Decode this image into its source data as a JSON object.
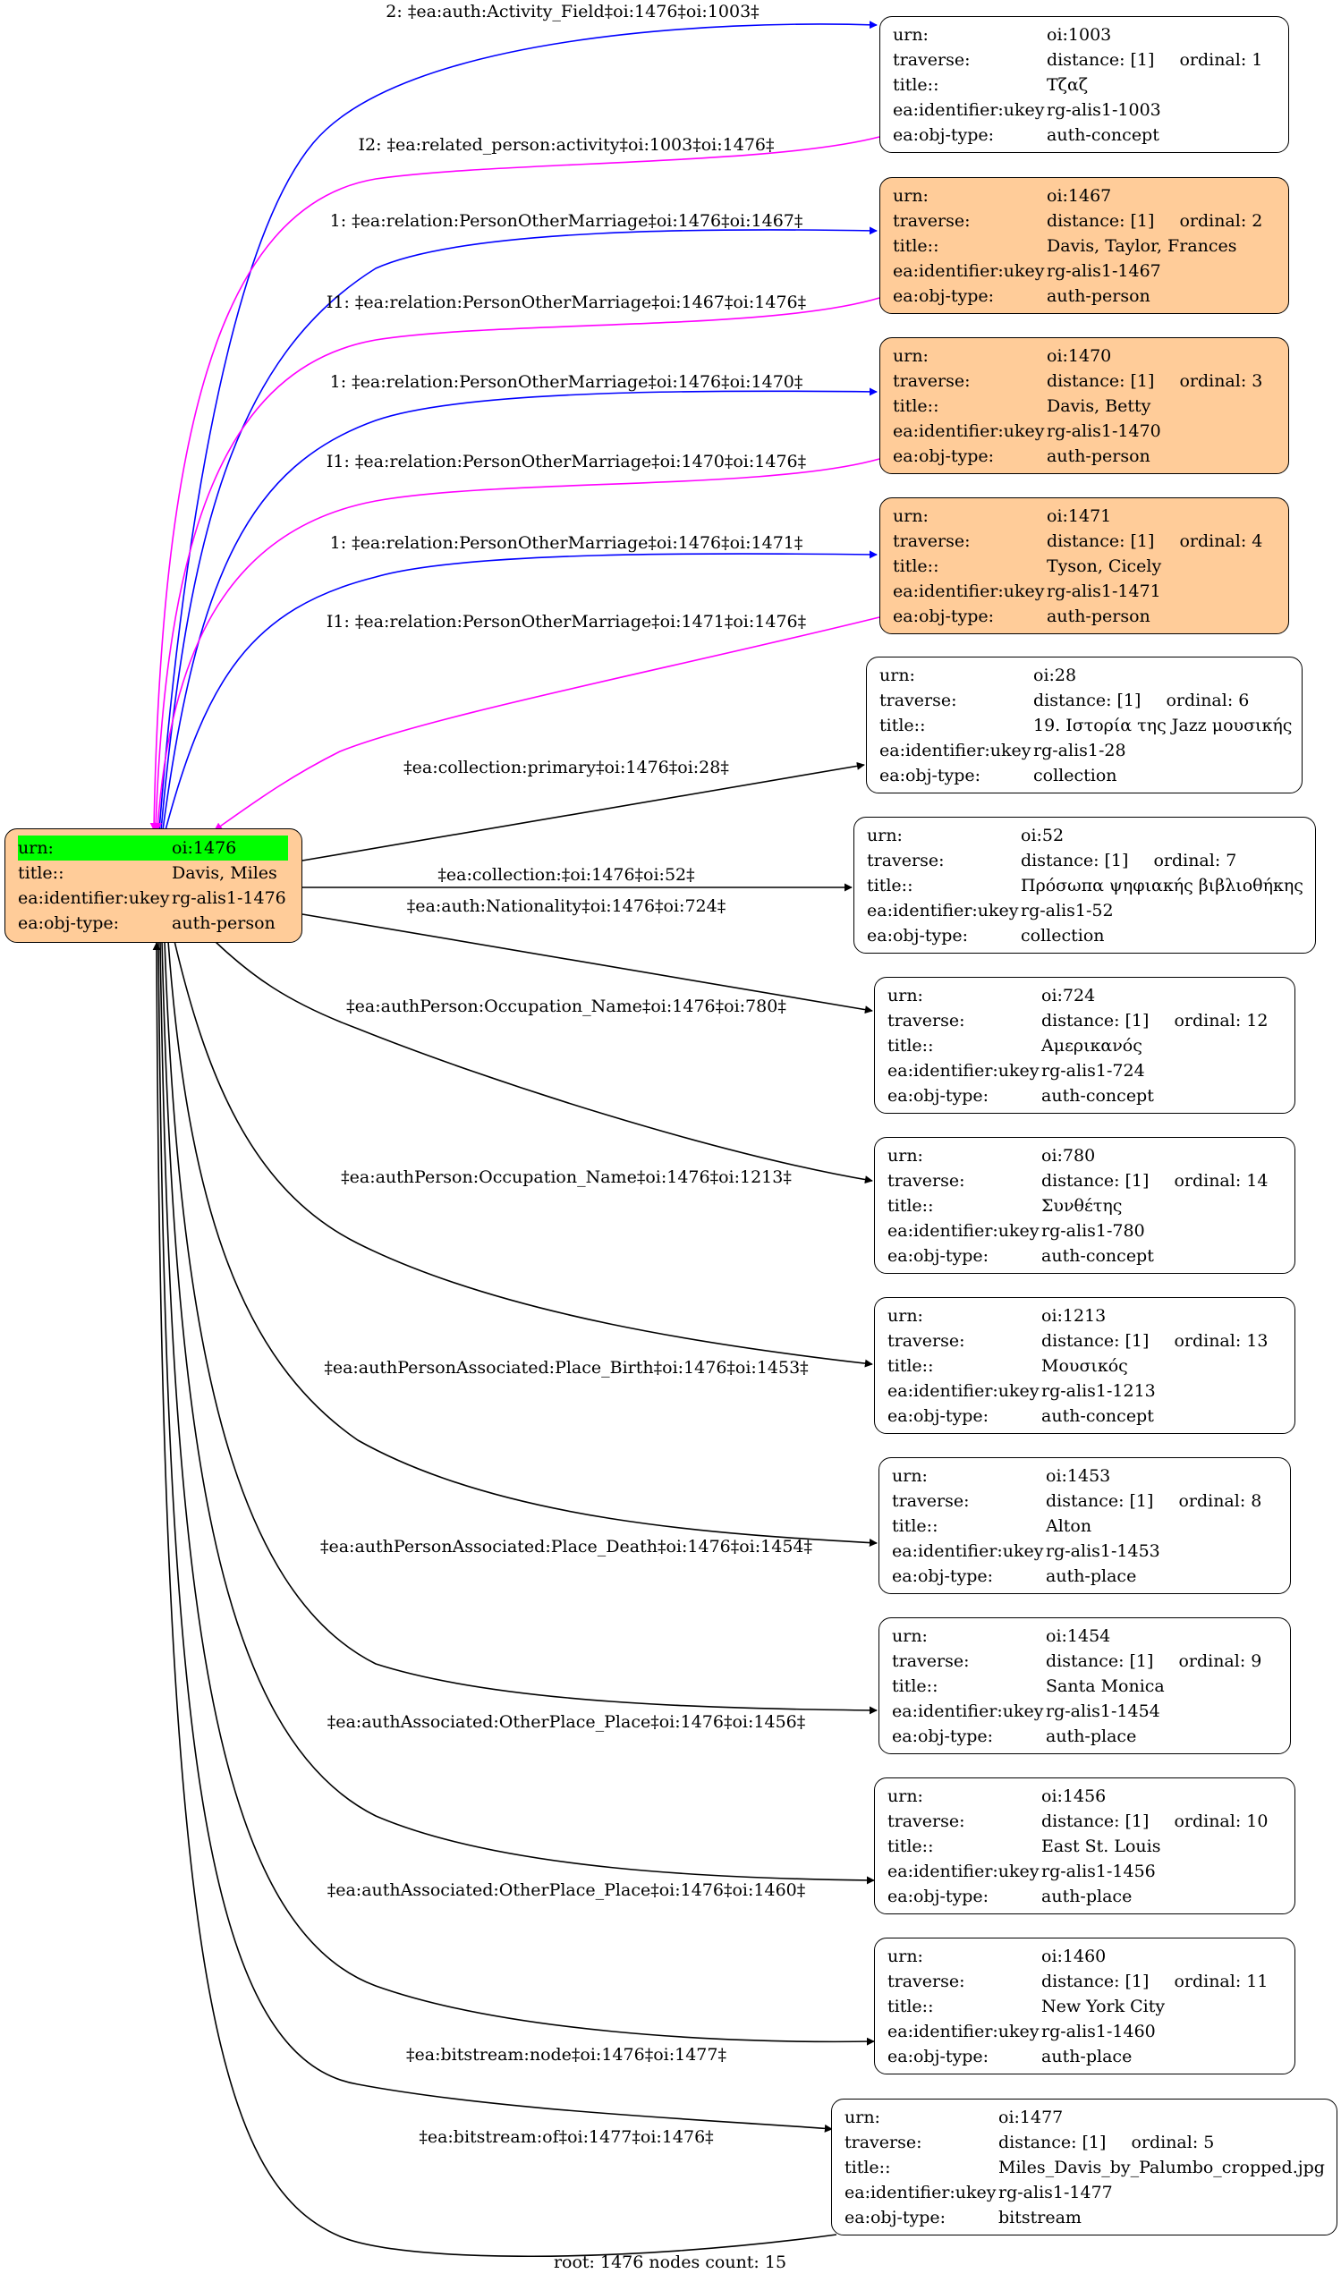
{
  "keys": {
    "urn": "urn:",
    "traverse": "traverse:",
    "title": "title::",
    "ukey": "ea:identifier:ukey",
    "objtype": "ea:obj-type:"
  },
  "root": {
    "urn": "oi:1476",
    "title": "Davis, Miles",
    "ukey": "rg-alis1-1476",
    "objtype": "auth-person"
  },
  "nodes": [
    {
      "id": "n1003",
      "urn": "oi:1003",
      "distance": "distance: [1]",
      "ordinal": "ordinal: 1",
      "title": "Τζαζ",
      "ukey": "rg-alis1-1003",
      "objtype": "auth-concept",
      "filled": false
    },
    {
      "id": "n1467",
      "urn": "oi:1467",
      "distance": "distance: [1]",
      "ordinal": "ordinal: 2",
      "title": "Davis, Taylor, Frances",
      "ukey": "rg-alis1-1467",
      "objtype": "auth-person",
      "filled": true
    },
    {
      "id": "n1470",
      "urn": "oi:1470",
      "distance": "distance: [1]",
      "ordinal": "ordinal: 3",
      "title": "Davis, Betty",
      "ukey": "rg-alis1-1470",
      "objtype": "auth-person",
      "filled": true
    },
    {
      "id": "n1471",
      "urn": "oi:1471",
      "distance": "distance: [1]",
      "ordinal": "ordinal: 4",
      "title": "Tyson, Cicely",
      "ukey": "rg-alis1-1471",
      "objtype": "auth-person",
      "filled": true
    },
    {
      "id": "n28",
      "urn": "oi:28",
      "distance": "distance: [1]",
      "ordinal": "ordinal: 6",
      "title": "19. Ιστορία της Jazz μουσικής",
      "ukey": "rg-alis1-28",
      "objtype": "collection",
      "filled": false
    },
    {
      "id": "n52",
      "urn": "oi:52",
      "distance": "distance: [1]",
      "ordinal": "ordinal: 7",
      "title": "Πρόσωπα ψηφιακής βιβλιοθήκης",
      "ukey": "rg-alis1-52",
      "objtype": "collection",
      "filled": false
    },
    {
      "id": "n724",
      "urn": "oi:724",
      "distance": "distance: [1]",
      "ordinal": "ordinal: 12",
      "title": "Αμερικανός",
      "ukey": "rg-alis1-724",
      "objtype": "auth-concept",
      "filled": false
    },
    {
      "id": "n780",
      "urn": "oi:780",
      "distance": "distance: [1]",
      "ordinal": "ordinal: 14",
      "title": "Συνθέτης",
      "ukey": "rg-alis1-780",
      "objtype": "auth-concept",
      "filled": false
    },
    {
      "id": "n1213",
      "urn": "oi:1213",
      "distance": "distance: [1]",
      "ordinal": "ordinal: 13",
      "title": "Μουσικός",
      "ukey": "rg-alis1-1213",
      "objtype": "auth-concept",
      "filled": false
    },
    {
      "id": "n1453",
      "urn": "oi:1453",
      "distance": "distance: [1]",
      "ordinal": "ordinal: 8",
      "title": "Alton",
      "ukey": "rg-alis1-1453",
      "objtype": "auth-place",
      "filled": false
    },
    {
      "id": "n1454",
      "urn": "oi:1454",
      "distance": "distance: [1]",
      "ordinal": "ordinal: 9",
      "title": "Santa Monica",
      "ukey": "rg-alis1-1454",
      "objtype": "auth-place",
      "filled": false
    },
    {
      "id": "n1456",
      "urn": "oi:1456",
      "distance": "distance: [1]",
      "ordinal": "ordinal: 10",
      "title": "East St. Louis",
      "ukey": "rg-alis1-1456",
      "objtype": "auth-place",
      "filled": false
    },
    {
      "id": "n1460",
      "urn": "oi:1460",
      "distance": "distance: [1]",
      "ordinal": "ordinal: 11",
      "title": "New York City",
      "ukey": "rg-alis1-1460",
      "objtype": "auth-place",
      "filled": false
    },
    {
      "id": "n1477",
      "urn": "oi:1477",
      "distance": "distance: [1]",
      "ordinal": "ordinal: 5",
      "title": "Miles_Davis_by_Palumbo_cropped.jpg",
      "ukey": "rg-alis1-1477",
      "objtype": "bitstream",
      "filled": false
    }
  ],
  "edge_labels": {
    "activity_field": "2: ‡ea:auth:Activity_Field‡oi:1476‡oi:1003‡",
    "related_person": "I2: ‡ea:related_person:activity‡oi:1003‡oi:1476‡",
    "marriage_1467": "1: ‡ea:relation:PersonOtherMarriage‡oi:1476‡oi:1467‡",
    "marriage_1467_inv": "I1: ‡ea:relation:PersonOtherMarriage‡oi:1467‡oi:1476‡",
    "marriage_1470": "1: ‡ea:relation:PersonOtherMarriage‡oi:1476‡oi:1470‡",
    "marriage_1470_inv": "I1: ‡ea:relation:PersonOtherMarriage‡oi:1470‡oi:1476‡",
    "marriage_1471": "1: ‡ea:relation:PersonOtherMarriage‡oi:1476‡oi:1471‡",
    "marriage_1471_inv": "I1: ‡ea:relation:PersonOtherMarriage‡oi:1471‡oi:1476‡",
    "collection_primary": "‡ea:collection:primary‡oi:1476‡oi:28‡",
    "collection": "‡ea:collection:‡oi:1476‡oi:52‡",
    "nationality": "‡ea:auth:Nationality‡oi:1476‡oi:724‡",
    "occupation_780": "‡ea:authPerson:Occupation_Name‡oi:1476‡oi:780‡",
    "occupation_1213": "‡ea:authPerson:Occupation_Name‡oi:1476‡oi:1213‡",
    "place_birth": "‡ea:authPersonAssociated:Place_Birth‡oi:1476‡oi:1453‡",
    "place_death": "‡ea:authPersonAssociated:Place_Death‡oi:1476‡oi:1454‡",
    "other_place_1456": "‡ea:authAssociated:OtherPlace_Place‡oi:1476‡oi:1456‡",
    "other_place_1460": "‡ea:authAssociated:OtherPlace_Place‡oi:1476‡oi:1460‡",
    "bitstream_node": "‡ea:bitstream:node‡oi:1476‡oi:1477‡",
    "bitstream_of": "‡ea:bitstream:of‡oi:1477‡oi:1476‡"
  },
  "colors": {
    "forward_relation": "#0000ff",
    "inverse_relation": "#ff00ff",
    "edge": "#000000",
    "node_fill_person": "#ffcc99",
    "root_highlight": "#00ff00"
  },
  "footer": "root: 1476 nodes count: 15"
}
